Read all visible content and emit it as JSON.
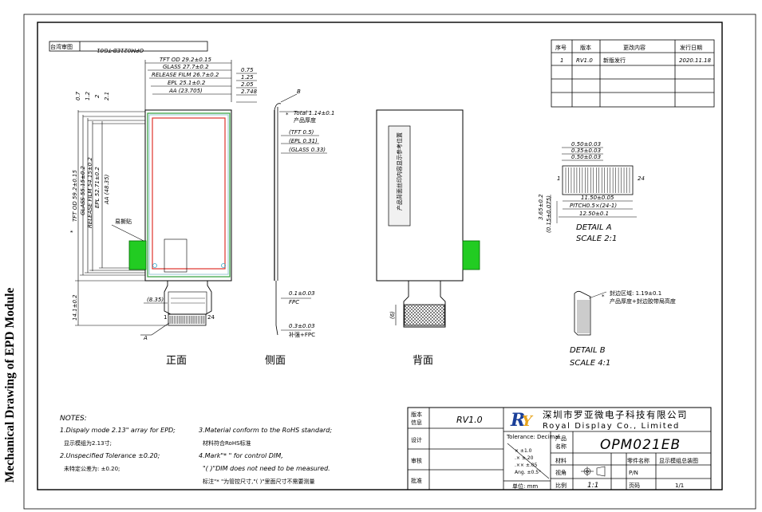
{
  "side_title": "Mechanical Drawing of EPD Module",
  "top_label": {
    "left": "台湾审图",
    "right": "OPM021EB-TG01"
  },
  "revision_table": {
    "headers": [
      "序号",
      "版本",
      "更改内容",
      "发行日期"
    ],
    "rows": [
      [
        "1",
        "RV1.0",
        "新版发行",
        "2020.11.18"
      ]
    ]
  },
  "front_view": {
    "caption": "正面",
    "dims_top": [
      "TFT OD 29.2±0.15",
      "GLASS 27.7±0.2",
      "RELEASE FILM 26.7±0.2",
      "EPL 25.1±0.2",
      "AA (23.705)"
    ],
    "dims_right": [
      "0.75",
      "1.25",
      "2.05",
      "2.748"
    ],
    "dims_left_small": [
      "0.7",
      "1.2",
      "2",
      "2.1"
    ],
    "dims_vertical": [
      "TFT OD 59.2±0.15",
      "GLASS 55.15±0.2",
      "RELEASE FILM 54.15±0.2",
      "EPL 52.71±0.2",
      "AA (48.35)"
    ],
    "star_mark": "*",
    "tape_label": "易撕贴",
    "fpc_width": "(8.35)",
    "fpc_length": "14.1±0.2",
    "label_a": "A",
    "pin_1": "1",
    "pin_24": "24"
  },
  "side_view": {
    "caption": "侧面",
    "label_b": "B",
    "total": "Total 1.14±0.1",
    "total_cn": "产品厚度",
    "layers": [
      "(TFT 0.5)",
      "(EPL 0.31)",
      "(GLASS 0.33)"
    ],
    "fpc": "0.1±0.03",
    "fpc_label": "FPC",
    "stiffener": "0.3±0.03",
    "stiffener_label": "补强+FPC"
  },
  "back_view": {
    "caption": "背面",
    "label_box": "产品背面丝印内容显示参考位置",
    "dim": "(6)"
  },
  "detail_a": {
    "dims": [
      "0.50±0.03",
      "0.35±0.03",
      "0.50±0.03"
    ],
    "pin_1": "1",
    "pin_24": "24",
    "width": "11.50±0.05",
    "pitch": "PITCH0.5×(24-1)",
    "total": "12.50±0.1",
    "h1": "3.65±0.2",
    "h2": "(0.15±0.075)",
    "title": "DETAIL A",
    "scale": "SCALE 2:1"
  },
  "detail_b": {
    "note1": "封边区域: 1.19±0.1",
    "note2": "产品厚度+封边胶带局高度",
    "title": "DETAIL B",
    "scale": "SCALE 4:1"
  },
  "notes": {
    "title": "NOTES:",
    "items": [
      "1.Dispaly mode 2.13\" array for EPD;",
      "显示模组为2.13寸;",
      "2.Unspecified Tolerance ±0.20;",
      "未特定公差为: ±0.20;",
      "3.Material conform to the RoHS standard;",
      "材料符合RoHS标准",
      "4.Mark\"* \" for control DIM,",
      "\"( )\"DIM does not need to be measured.",
      "标注\"* \"为管控尺寸,\"( )\"里面尺寸不需要测量"
    ]
  },
  "title_block": {
    "version_label": "版本信息",
    "version": "RV1.0",
    "design": "设计",
    "review": "审核",
    "approve": "批准",
    "company_cn": "深圳市罗亚微电子科技有限公司",
    "company_en": "Royal Display Co., Limited",
    "tolerance_title": "Tolerance: Decimal",
    "tolerance_rows": [
      "× ±1.0",
      ".× ±.20",
      ".×× ±.05",
      "Ang. ±0.5°"
    ],
    "unit": "单位: mm",
    "product_name_label": "产品名称",
    "product_name": "OPM021EB",
    "material_label": "材料",
    "part_name_label": "零件名称",
    "part_name": "显示模组总装图",
    "view_label": "视角",
    "pn_label": "P/N",
    "scale_label": "比例",
    "scale": "1:1",
    "page_label": "页码",
    "page": "1/1"
  },
  "colors": {
    "glass": "#2e9e3a",
    "aa": "#e0322c",
    "tape": "#22cc22",
    "line": "#000000"
  }
}
